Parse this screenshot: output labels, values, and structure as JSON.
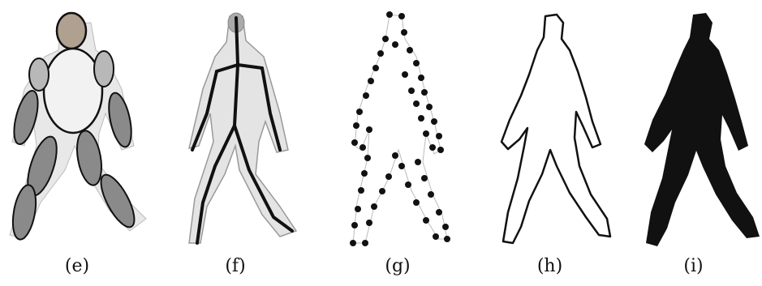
{
  "panels": [
    {
      "id": "e",
      "caption": "(e)",
      "depicts": "human figure overlaid with ellipse body-part model"
    },
    {
      "id": "f",
      "caption": "(f)",
      "depicts": "human figure overlaid with stick-figure skeleton"
    },
    {
      "id": "g",
      "caption": "(g)",
      "depicts": "silhouette contour sampled as discrete dots"
    },
    {
      "id": "h",
      "caption": "(h)",
      "depicts": "continuous silhouette outline"
    },
    {
      "id": "i",
      "caption": "(i)",
      "depicts": "filled black silhouette mask"
    }
  ],
  "colors": {
    "ink": "#111111",
    "ellipse_fill": "#8a8a8a",
    "body_gray": "#cfcfcf",
    "background": "#ffffff"
  }
}
